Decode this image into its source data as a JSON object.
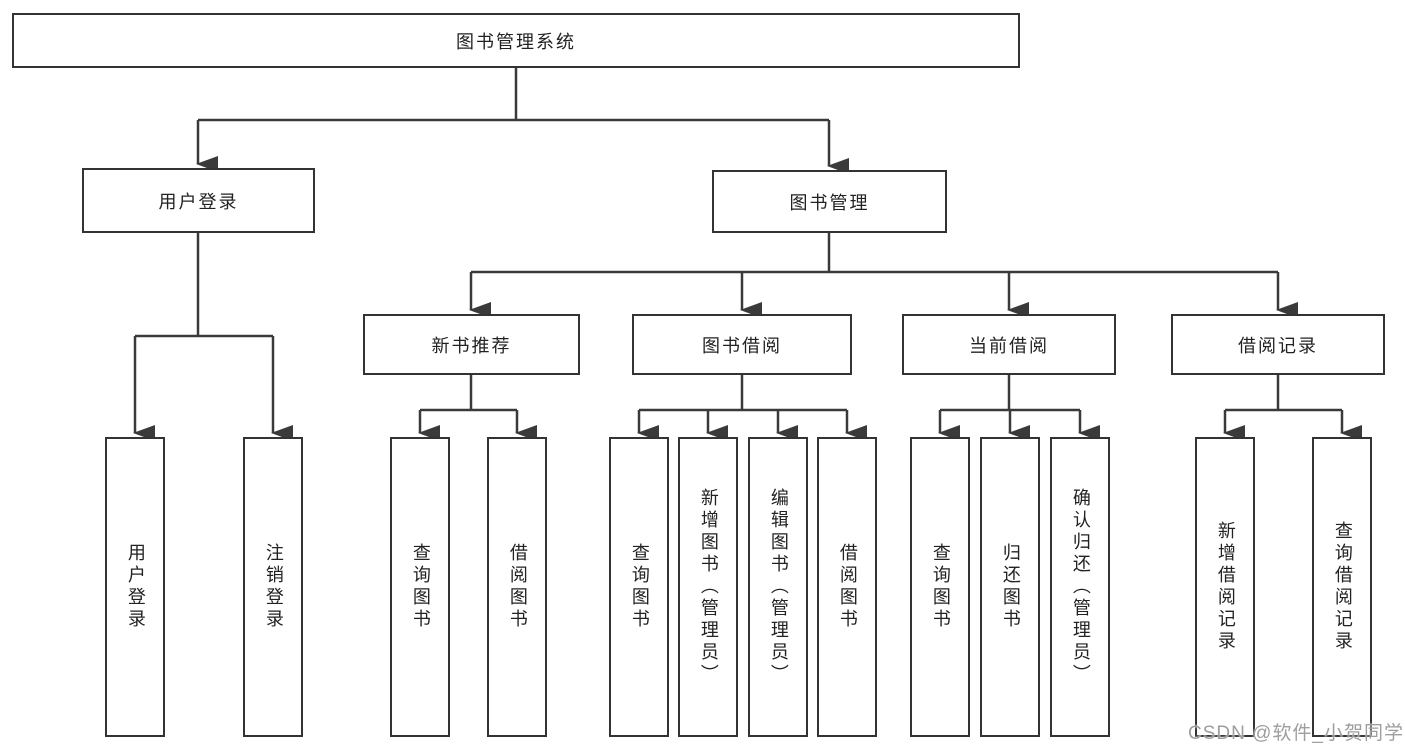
{
  "nodes": {
    "root": "图书管理系统",
    "level2": {
      "user_login": "用户登录",
      "book_management": "图书管理"
    },
    "level3": {
      "new_book_recommend": "新书推荐",
      "book_borrow": "图书借阅",
      "current_borrow": "当前借阅",
      "borrow_records": "借阅记录"
    },
    "leaves": {
      "user_login": [
        "用户登录",
        "注销登录"
      ],
      "new_book_recommend": [
        "查询图书",
        "借阅图书"
      ],
      "book_borrow": [
        "查询图书",
        "新增图书（管理员）",
        "编辑图书（管理员）",
        "借阅图书"
      ],
      "current_borrow": [
        "查询图书",
        "归还图书",
        "确认归还（管理员）"
      ],
      "borrow_records": [
        "新增借阅记录",
        "查询借阅记录"
      ]
    }
  },
  "watermark": "CSDN @软件_小贺同学",
  "colors": {
    "line": "#3a3a3a",
    "box_border": "#333333",
    "text": "#222222",
    "watermark": "#9e9e9e",
    "background": "#ffffff"
  }
}
